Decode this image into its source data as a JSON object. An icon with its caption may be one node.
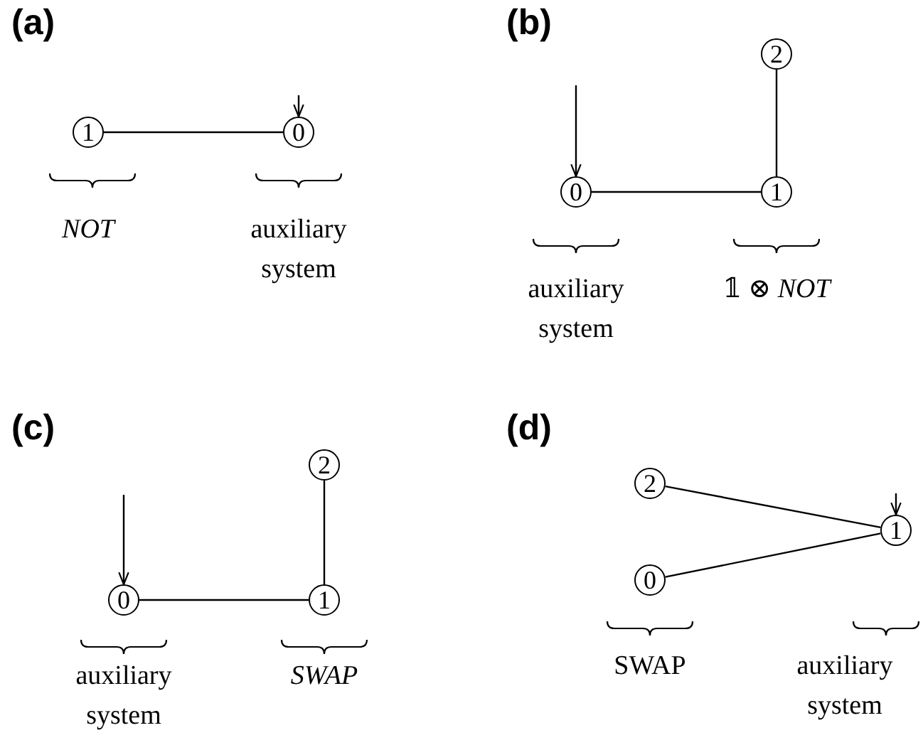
{
  "diagram": {
    "nodes": [
      {
        "text": [
          "1"
        ]
      },
      {
        "text": [
          "0"
        ]
      },
      {
        "text": [
          "2"
        ]
      },
      {
        "text": [
          "0"
        ]
      },
      {
        "text": [
          "1"
        ]
      },
      {
        "text": [
          "2"
        ]
      },
      {
        "text": [
          "0"
        ]
      },
      {
        "text": [
          "1"
        ]
      },
      {
        "text": [
          "2"
        ]
      },
      {
        "text": [
          "0"
        ]
      },
      {
        "text": [
          "1"
        ]
      }
    ],
    "edges": [
      {
        "from": 0,
        "to": 1,
        "arrow": "none"
      },
      {
        "from": null,
        "to": 1,
        "arrow": "to"
      },
      {
        "from": 3,
        "to": 4,
        "arrow": "none"
      },
      {
        "from": 4,
        "to": 2,
        "arrow": "none"
      },
      {
        "from": null,
        "to": 3,
        "arrow": "to"
      },
      {
        "from": 6,
        "to": 7,
        "arrow": "none"
      },
      {
        "from": 7,
        "to": 5,
        "arrow": "none"
      },
      {
        "from": null,
        "to": 6,
        "arrow": "to"
      },
      {
        "from": 8,
        "to": 10,
        "arrow": "none"
      },
      {
        "from": 9,
        "to": 10,
        "arrow": "none"
      },
      {
        "from": null,
        "to": 10,
        "arrow": "to"
      }
    ],
    "labels": [
      "(a)",
      "(b)",
      "NOT",
      "auxiliary system",
      "auxiliary system",
      "𝟙 ⊗ *NOT*",
      "(c)",
      "(d)",
      "auxiliary system",
      "SWAP",
      "SWAP",
      "auxiliary system"
    ]
  }
}
